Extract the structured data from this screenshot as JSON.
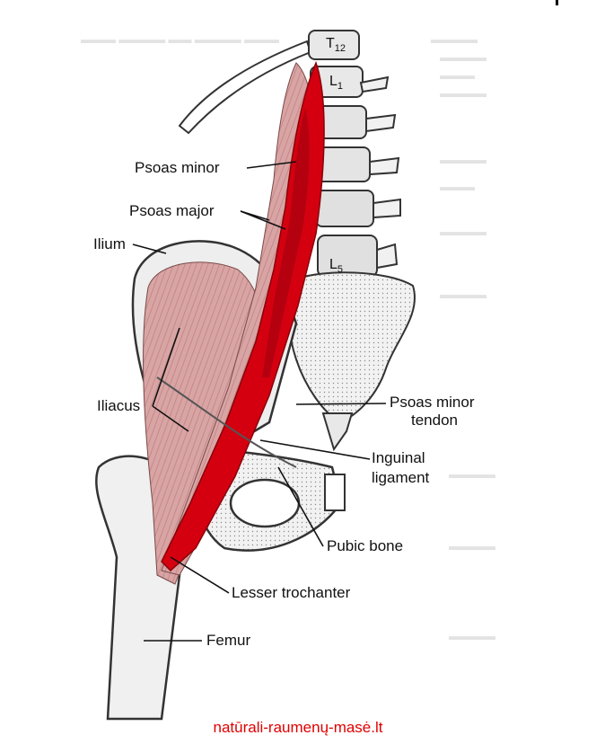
{
  "labels": {
    "psoas_minor": "Psoas minor",
    "psoas_major": "Psoas major",
    "ilium": "Ilium",
    "iliacus": "Iliacus",
    "psoas_minor_tendon_line1": "Psoas minor",
    "psoas_minor_tendon_line2": "tendon",
    "inguinal_line1": "Inguinal",
    "inguinal_line2": "ligament",
    "pubic_bone": "Pubic bone",
    "lesser_trochanter": "Lesser trochanter",
    "femur": "Femur"
  },
  "vertebrae": {
    "t12_letter": "T",
    "t12_num": "12",
    "l1_letter": "L",
    "l1_num": "1",
    "l5_letter": "L",
    "l5_num": "5"
  },
  "caption": "natūrali-raumenų-masė.lt",
  "colors": {
    "highlight": "#d40010",
    "muscle": "#d39a9a",
    "bone": "#ededed",
    "caption": "#e00000"
  }
}
